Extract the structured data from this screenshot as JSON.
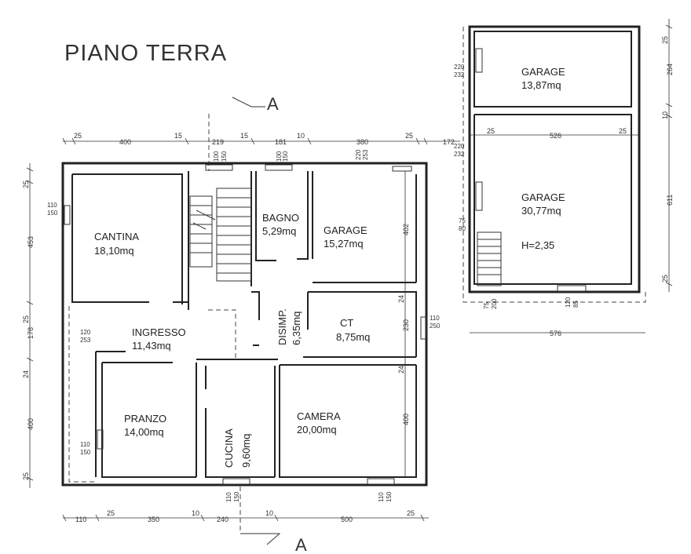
{
  "title": "PIANO TERRA",
  "section_mark": "A",
  "rooms": {
    "cantina": {
      "name": "CANTINA",
      "area": "18,10mq"
    },
    "bagno": {
      "name": "BAGNO",
      "area": "5,29mq"
    },
    "garage_main": {
      "name": "GARAGE",
      "area": "15,27mq"
    },
    "ingresso": {
      "name": "INGRESSO",
      "area": "11,43mq"
    },
    "disimp": {
      "name": "DISIMP.",
      "area": "6,35mq"
    },
    "ct": {
      "name": "CT",
      "area": "8,75mq"
    },
    "pranzo": {
      "name": "PRANZO",
      "area": "14,00mq"
    },
    "cucina": {
      "name": "CUCINA",
      "area": "9,60mq"
    },
    "camera": {
      "name": "CAMERA",
      "area": "20,00mq"
    },
    "garage_top": {
      "name": "GARAGE",
      "area": "13,87mq"
    },
    "garage_big": {
      "name": "GARAGE",
      "area": "30,77mq",
      "height": "H=2,35"
    }
  },
  "dims_top": [
    "25",
    "400",
    "15",
    "219",
    "15",
    "181",
    "10",
    "380",
    "25",
    "172"
  ],
  "dims_top_right": [
    "25",
    "526",
    "25"
  ],
  "dims_bottom": [
    "110",
    "25",
    "350",
    "10",
    "240",
    "10",
    "500",
    "25"
  ],
  "dims_left": [
    "25",
    "453",
    "25",
    "178",
    "24",
    "400",
    "25"
  ],
  "dims_right": [
    "25",
    "264",
    "10",
    "611",
    "25"
  ],
  "dims_garage_width": "576",
  "dims_inner": [
    "402",
    "24",
    "230",
    "24",
    "400"
  ],
  "openings": {
    "cantina_win": [
      "110",
      "150"
    ],
    "bagno_win": [
      "100",
      "150"
    ],
    "stair_win": [
      "100",
      "150"
    ],
    "garage_win": [
      "220",
      "253"
    ],
    "ingresso_door": [
      "120",
      "253"
    ],
    "ct_win": [
      "110",
      "250"
    ],
    "pranzo_win": [
      "110",
      "150"
    ],
    "cucina_win": [
      "110",
      "150"
    ],
    "camera_win": [
      "110",
      "150"
    ],
    "garage_top_door": [
      "220",
      "232"
    ],
    "garage_big_door": [
      "220",
      "232"
    ],
    "garage_side": [
      "75",
      "80"
    ],
    "garage_bottom_a": [
      "75",
      "200"
    ],
    "garage_bottom_b": [
      "120",
      "85"
    ]
  }
}
